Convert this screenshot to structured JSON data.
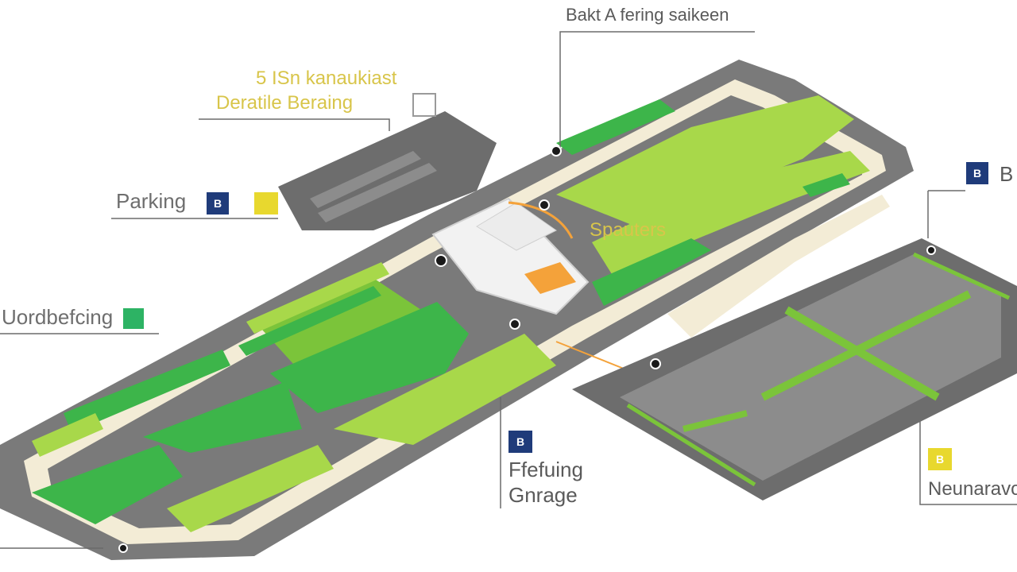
{
  "colors": {
    "background": "#ffffff",
    "road": "#7a7a7a",
    "road_edge": "#5e5e5e",
    "median": "#f3ecd6",
    "green_light": "#a8d84a",
    "green_mid": "#7bc43a",
    "green_dark": "#3db54a",
    "lot_grey": "#8c8c8c",
    "lot_stripe": "#a3a3a3",
    "terminal": "#f2f2f2",
    "accent_orange": "#f4a23a",
    "badge_navy": "#1f3b7a",
    "badge_yellow": "#e8d82e",
    "badge_green": "#2db364",
    "text_gold": "#d8c54a",
    "text_grey": "#6e6e6e",
    "text_dark": "#5a5a5a"
  },
  "labels": {
    "top_callout": "Bakt A fering saikeen",
    "upper_left_line1": "5 ISn kanaukiast",
    "upper_left_line2": "Deratile Beraing",
    "parking": "Parking",
    "left_callout": "Uordbefcing",
    "center_overlay": "Spauters",
    "garage_line1": "Ffefuing",
    "garage_line2": "Gnrage",
    "right_top": "B",
    "bottom_right": "Neunaravo"
  },
  "badges": {
    "parking_badge": "B",
    "garage_badge": "B",
    "right_top_badge": "B",
    "bottom_right_badge": "B",
    "upper_left_badge": "",
    "yellow_parking_badge": "",
    "left_badge": ""
  }
}
